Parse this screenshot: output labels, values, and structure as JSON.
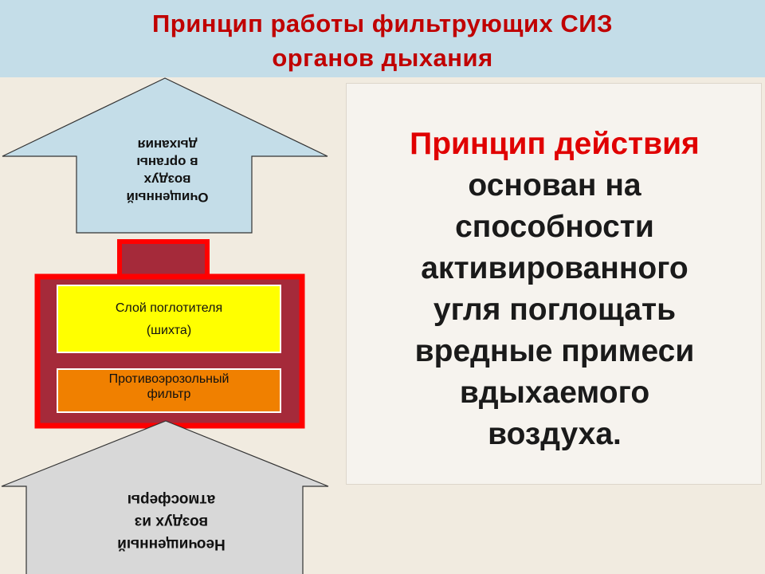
{
  "slide": {
    "title_line1": "Принцип работы фильтрующих СИЗ",
    "title_line2": "органов дыхания"
  },
  "diagram": {
    "top_arrow": {
      "label": "Очищенный воздух в органы дыхания",
      "lines": [
        "Очищенный",
        "воздух",
        "в органы",
        "дыхания"
      ],
      "color": "#c4dde8"
    },
    "bottom_arrow": {
      "label": "Неочищенный воздух из атмосферы",
      "lines": [
        "Неочищенный",
        "воздух из",
        "атмосферы"
      ],
      "color": "#d8d8d8"
    },
    "absorber_layer": {
      "line1": "Слой поглотителя",
      "line2": "(шихта)",
      "color": "#ffff00"
    },
    "aerosol_filter": {
      "line1": "Противоэрозольный",
      "line2": "фильтр",
      "color": "#f08000"
    },
    "casing_color": "#a52a3a",
    "border_color": "#ff0000"
  },
  "description": {
    "highlight": "Принцип действия",
    "lines": [
      "основан на",
      "способности",
      "активированного",
      "угля поглощать",
      "вредные примеси",
      "вдыхаемого",
      "воздуха."
    ]
  }
}
